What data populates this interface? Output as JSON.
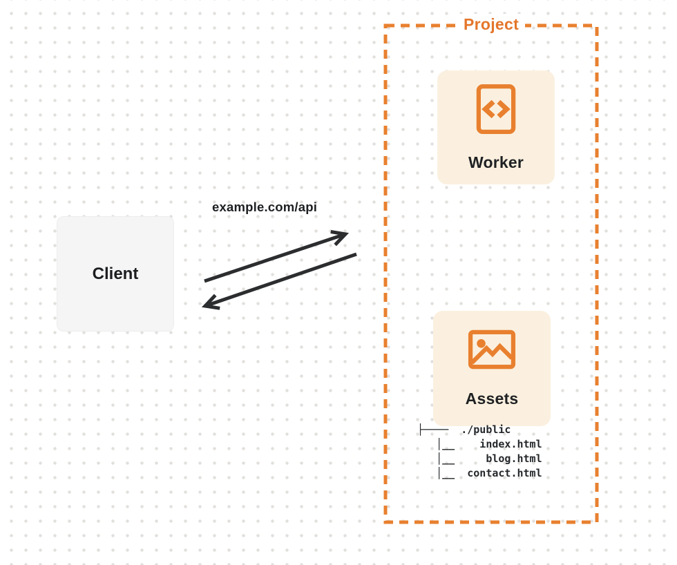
{
  "project": {
    "title": "Project"
  },
  "client": {
    "label": "Client"
  },
  "worker": {
    "label": "Worker",
    "icon": "code-file-icon"
  },
  "assets": {
    "label": "Assets",
    "icon": "image-icon"
  },
  "request": {
    "label": "example.com/api"
  },
  "file_tree": {
    "text": "├────  ./public\n   │__    index.html\n   │__     blog.html\n   │__  contact.html",
    "entries": [
      "./public",
      "index.html",
      "blog.html",
      "contact.html"
    ]
  },
  "colors": {
    "accent_orange": "#e8802f",
    "title_orange": "#e4762b",
    "node_fill": "#fbf0df",
    "client_fill": "#f5f5f6",
    "arrow_dark": "#2b2d2f",
    "dot_grid": "#e2e0dd"
  }
}
